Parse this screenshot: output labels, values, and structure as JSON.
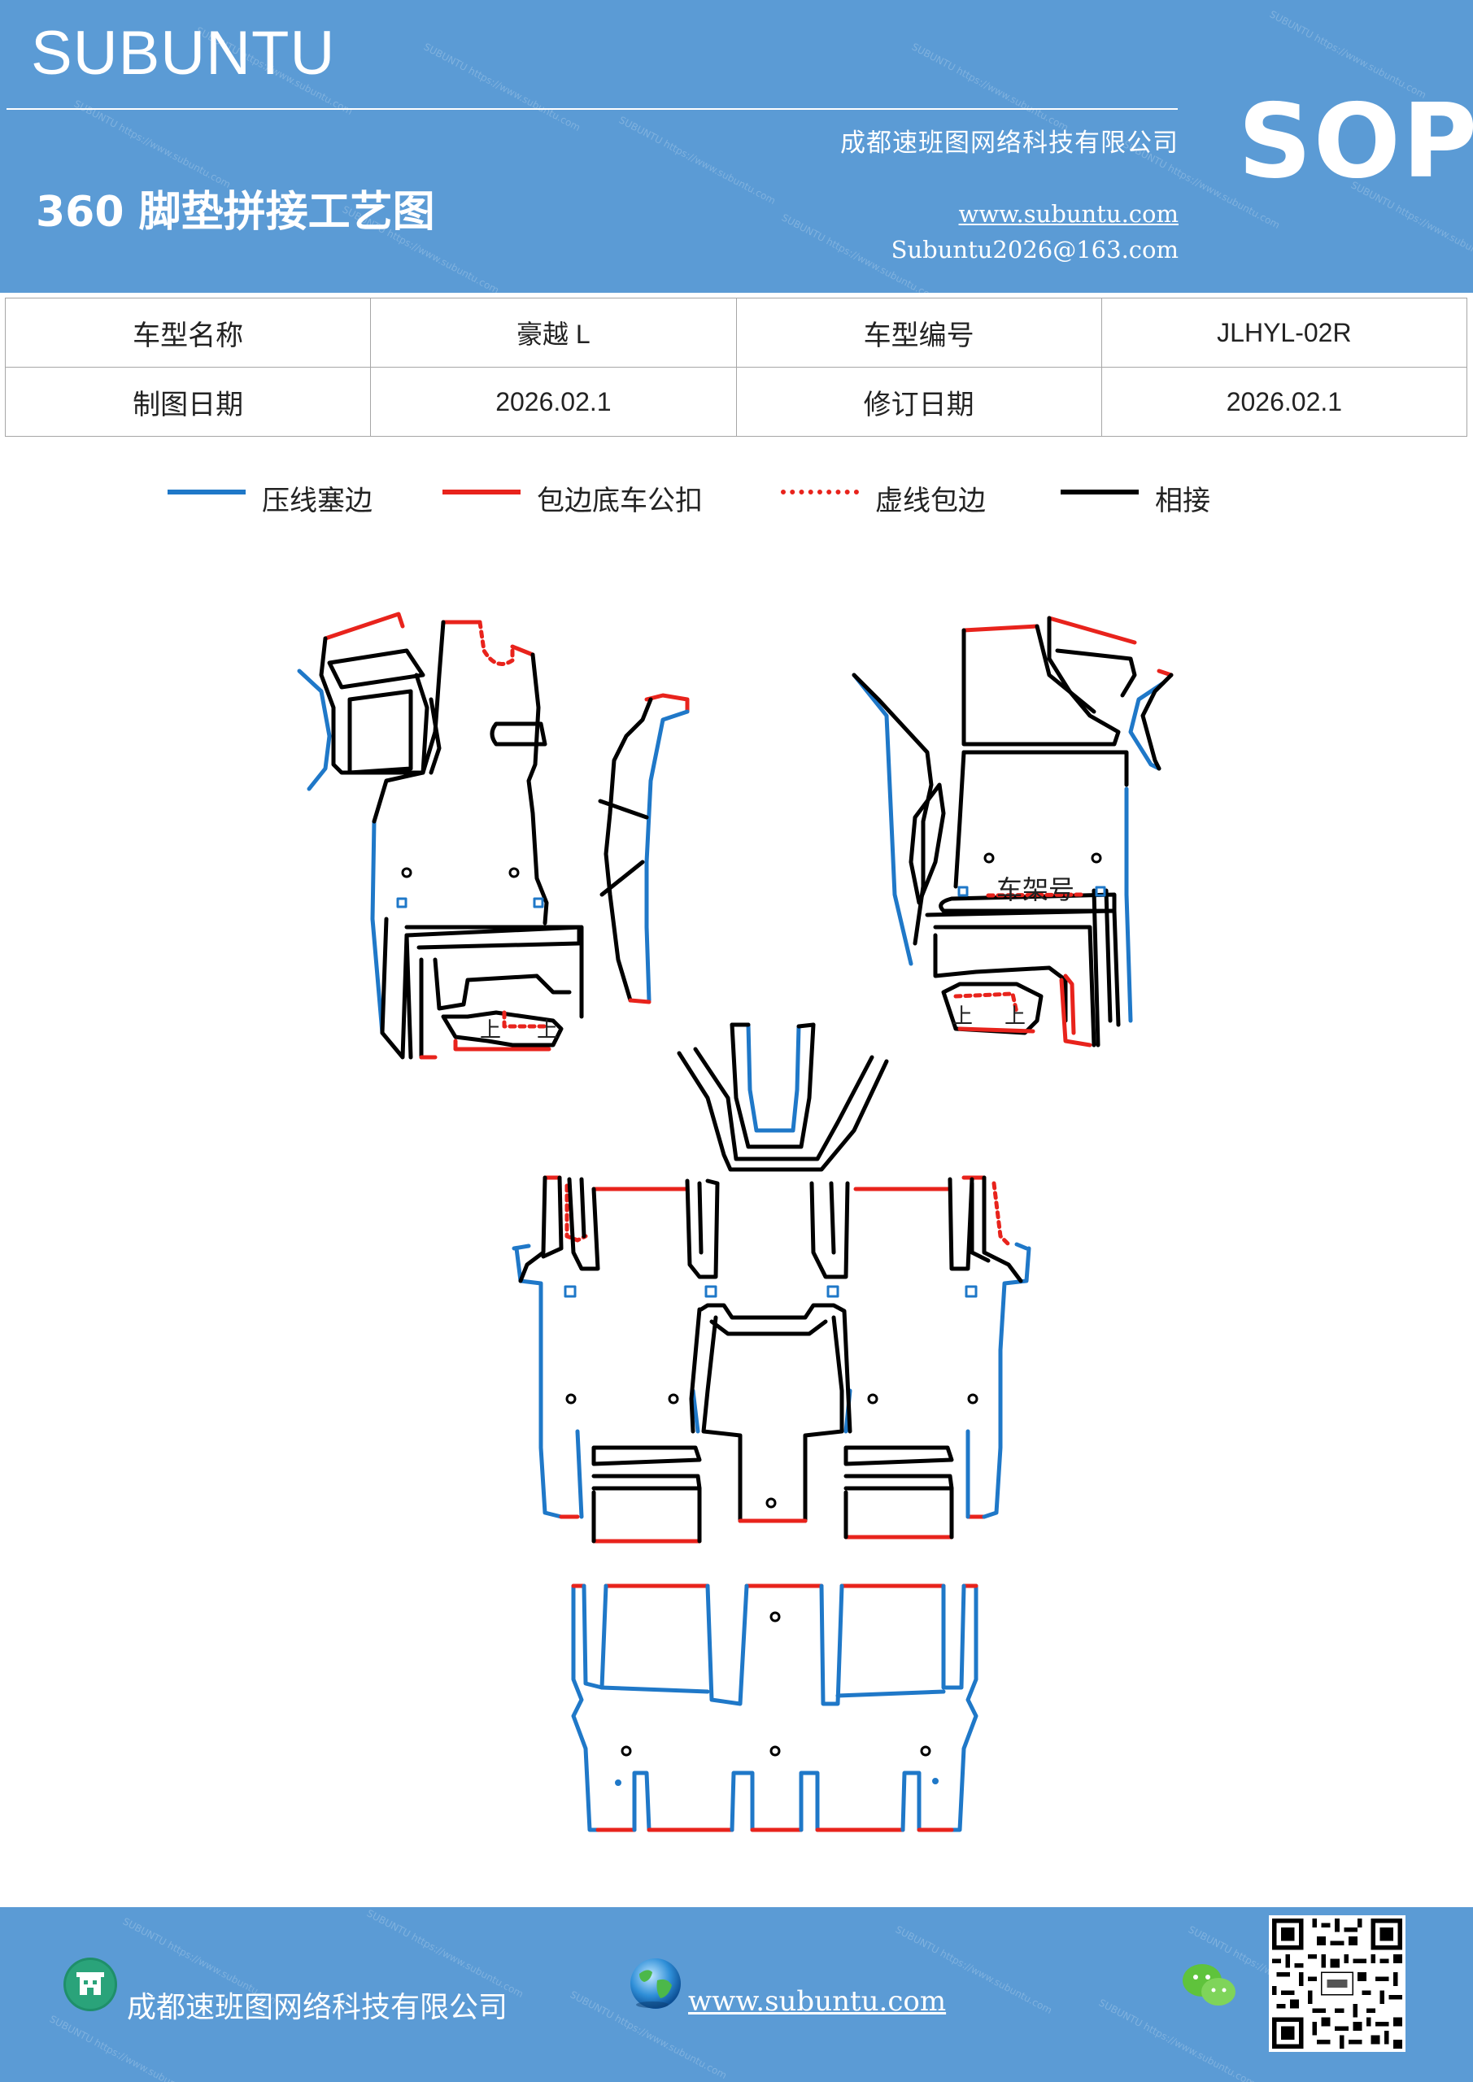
{
  "header": {
    "brand": "SUBUNTU",
    "company": "成都速班图网络科技有限公司",
    "title": "360 脚垫拼接工艺图",
    "website": "www.subuntu.com",
    "email": "Subuntu2026@163.com",
    "badge": "SOP"
  },
  "info_table": {
    "rows": [
      [
        "车型名称",
        "豪越 L",
        "车型编号",
        "JLHYL-02R"
      ],
      [
        "制图日期",
        "2026.02.1",
        "修订日期",
        "2026.02.1"
      ]
    ]
  },
  "legend": [
    {
      "label": "压线塞边",
      "color": "#1f78c8",
      "style": "solid"
    },
    {
      "label": "包边底车公扣",
      "color": "#e8231c",
      "style": "solid"
    },
    {
      "label": "虚线包边",
      "color": "#e8231c",
      "style": "dotted"
    },
    {
      "label": "相接",
      "color": "#000000",
      "style": "solid"
    }
  ],
  "diagram": {
    "frame_label": "车架号",
    "marks": [
      "上",
      "上",
      "上",
      "上"
    ]
  },
  "footer": {
    "company": "成都速班图网络科技有限公司",
    "website": "www.subuntu.com",
    "icons": [
      "building-icon",
      "globe-icon",
      "wechat-icon",
      "qr-code"
    ]
  },
  "colors": {
    "brand_blue": "#5b9bd5",
    "press_line": "#1f78c8",
    "wrap_red": "#e8231c",
    "join_black": "#000000"
  }
}
